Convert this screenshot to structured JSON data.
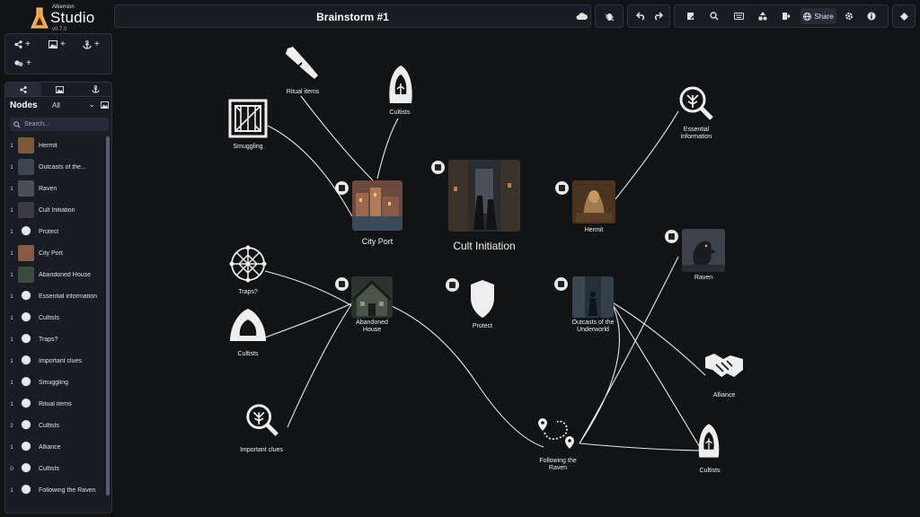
{
  "app": {
    "brand_small": "Alkemion",
    "brand_name": "Studio",
    "version": "v0.7.0"
  },
  "document": {
    "title": "Brainstorm #1"
  },
  "toolbar": {
    "share_label": "Share"
  },
  "add_panel": {
    "items": [
      {
        "icon": "node-share-icon",
        "label": "+"
      },
      {
        "icon": "image-icon",
        "label": "+"
      },
      {
        "icon": "anchor-icon",
        "label": "+"
      },
      {
        "icon": "group-icon",
        "label": "+"
      }
    ]
  },
  "sidebar": {
    "title": "Nodes",
    "filter": "All",
    "search_placeholder": "Search...",
    "items": [
      {
        "count": "1",
        "label": "Hermit",
        "thumb": "#7a5a3a"
      },
      {
        "count": "1",
        "label": "Outcasts of the...",
        "thumb": "#3a4650"
      },
      {
        "count": "1",
        "label": "Raven",
        "thumb": "#4a4e58"
      },
      {
        "count": "1",
        "label": "Cult Initiation",
        "thumb": "#3a3a40"
      },
      {
        "count": "1",
        "label": "Protect",
        "thumb": "icon"
      },
      {
        "count": "1",
        "label": "City Port",
        "thumb": "#8a5a48"
      },
      {
        "count": "1",
        "label": "Abandoned House",
        "thumb": "#3c4a3c"
      },
      {
        "count": "1",
        "label": "Essential information",
        "thumb": "icon"
      },
      {
        "count": "1",
        "label": "Cultists",
        "thumb": "icon"
      },
      {
        "count": "1",
        "label": "Traps?",
        "thumb": "icon"
      },
      {
        "count": "1",
        "label": "Important clues",
        "thumb": "icon"
      },
      {
        "count": "1",
        "label": "Smuggling",
        "thumb": "icon"
      },
      {
        "count": "1",
        "label": "Ritual items",
        "thumb": "icon"
      },
      {
        "count": "2",
        "label": "Cultists",
        "thumb": "icon"
      },
      {
        "count": "1",
        "label": "Alliance",
        "thumb": "icon"
      },
      {
        "count": "0",
        "label": "Cultists",
        "thumb": "icon"
      },
      {
        "count": "1",
        "label": "Following the Raven",
        "thumb": "icon"
      }
    ]
  },
  "canvas": {
    "nodes": {
      "ritual_items": "Ritual items",
      "cultists_top": "Cultists",
      "smuggling": "Smuggling",
      "city_port": "City Port",
      "cult_initiation": "Cult Initiation",
      "hermit": "Hermit",
      "essential_information_1": "Essential",
      "essential_information_2": "information",
      "traps": "Traps?",
      "cultists_left": "Cultists",
      "abandoned_house_1": "Abandoned",
      "abandoned_house_2": "House",
      "protect": "Protect",
      "outcasts_1": "Outcasts of the",
      "outcasts_2": "Underworld",
      "raven": "Raven",
      "alliance": "Alliance",
      "important_clues": "Important clues",
      "following_1": "Following the",
      "following_2": "Raven",
      "cultists_bottom": "Cultists"
    }
  }
}
